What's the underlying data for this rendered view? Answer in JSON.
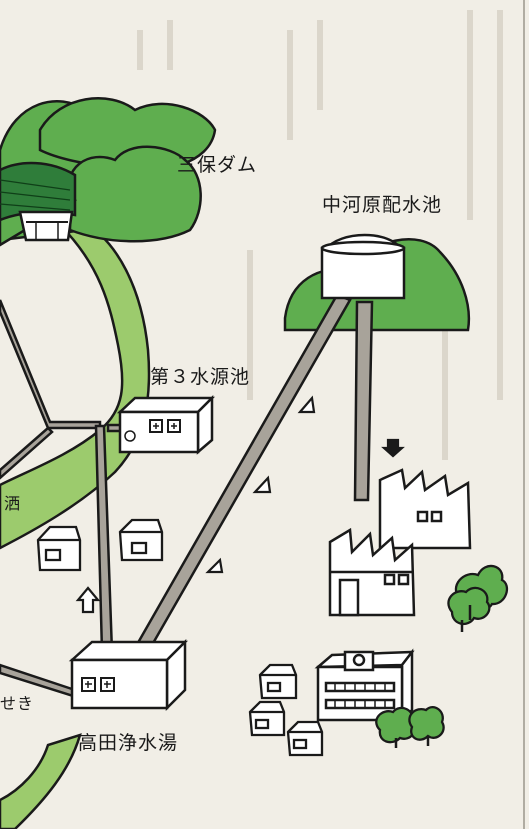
{
  "colors": {
    "paper": "#f1eee6",
    "hill": "#5fae4f",
    "stream": "#9ccb6d",
    "pipe": "#a8a39a",
    "ink": "#1a1a1a"
  },
  "labels": {
    "dam": "三保ダム",
    "reservoir": "中河原配水池",
    "source3": "第３水源池",
    "plant": "高田浄水湯",
    "edge_left": "洒",
    "edge_bottom": "せき"
  },
  "icons": [
    "house-icon",
    "factory-icon",
    "school-icon",
    "tree-icon",
    "arrow-icon",
    "dam-icon",
    "tank-icon"
  ]
}
